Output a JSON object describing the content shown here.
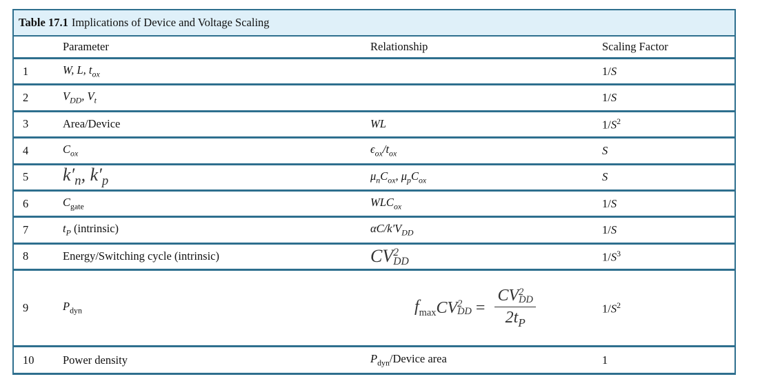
{
  "caption": {
    "label": "Table 17.1",
    "title": "Implications of Device and Voltage Scaling"
  },
  "headers": {
    "parameter": "Parameter",
    "relationship": "Relationship",
    "scaling": "Scaling Factor"
  },
  "rows": [
    {
      "idx": "1",
      "param": "W, L, t",
      "param_sub": "ox",
      "rel": "",
      "scale": "1/",
      "scale_var": "S",
      "scale_sup": ""
    },
    {
      "idx": "2",
      "param": "V",
      "param_sub": "DD",
      "param_tail": ", V",
      "param_tail_sub": "t",
      "rel": "",
      "scale": "1/",
      "scale_var": "S",
      "scale_sup": ""
    },
    {
      "idx": "3",
      "param": "Area/Device",
      "rel": "WL",
      "scale": "1/",
      "scale_var": "S",
      "scale_sup": "2"
    },
    {
      "idx": "4",
      "param": "C",
      "param_sub": "ox",
      "rel": "ϵ",
      "rel_sub": "ox",
      "rel_mid": "/t",
      "rel_sub2": "ox",
      "scale": "",
      "scale_var": "S",
      "scale_sup": ""
    },
    {
      "idx": "5",
      "param": "k′n, k′p",
      "rel": "μ",
      "rel_sub": "n",
      "rel_mid": "C",
      "rel_sub2": "ox",
      "rel_mid2": ", μ",
      "rel_sub3": "p",
      "rel_mid3": "C",
      "rel_sub4": "ox",
      "scale": "",
      "scale_var": "S",
      "scale_sup": ""
    },
    {
      "idx": "6",
      "param": "C",
      "param_sub": "gate",
      "rel": "WLC",
      "rel_sub": "ox",
      "scale": "1/",
      "scale_var": "S",
      "scale_sup": ""
    },
    {
      "idx": "7",
      "param": "t",
      "param_sub": "P",
      "param_tail": " (intrinsic)",
      "rel": "αC/k′V",
      "rel_sub": "DD",
      "scale": "1/",
      "scale_var": "S",
      "scale_sup": ""
    },
    {
      "idx": "8",
      "param": "Energy/Switching cycle (intrinsic)",
      "rel": "CV",
      "rel_sup": "2",
      "rel_sub": "DD",
      "scale": "1/",
      "scale_var": "S",
      "scale_sup": "3"
    },
    {
      "idx": "9",
      "param": "P",
      "param_sub": "dyn",
      "rel_formula": {
        "lhs": "f",
        "lhs_sub": "max",
        "lhs_cv": "CV",
        "lhs_sup": "2",
        "lhs_sub2": "DD",
        "eq": "=",
        "num": "CV",
        "num_sup": "2",
        "num_sub": "DD",
        "den": "2t",
        "den_sub": "P"
      },
      "scale": "1/",
      "scale_var": "S",
      "scale_sup": "2"
    },
    {
      "idx": "10",
      "param": "Power density",
      "rel": "P",
      "rel_sub": "dyn",
      "rel_mid": "/Device area",
      "scale": "1",
      "scale_var": "",
      "scale_sup": ""
    }
  ]
}
